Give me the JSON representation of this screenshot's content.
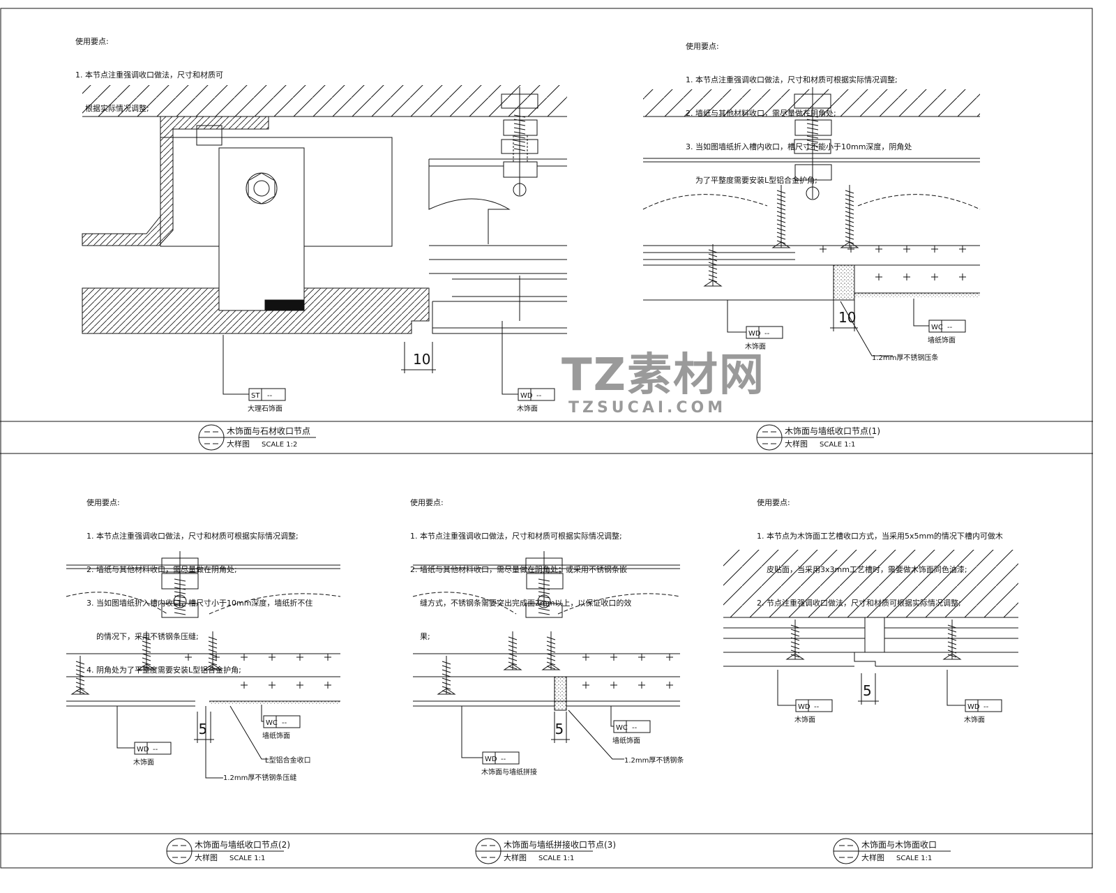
{
  "panels": [
    {
      "title": "木饰面与石材收口节点",
      "subtitle": "大样图",
      "scale": "SCALE  1:2",
      "notes_heading": "使用要点:",
      "notes": [
        "1. 本节点注重强调收口做法，尺寸和材质可",
        "    根据实际情况调整;"
      ],
      "dimensions": [
        "10"
      ],
      "tags": [
        {
          "code": "ST",
          "value": "--",
          "caption": "大理石饰面"
        },
        {
          "code": "WD",
          "value": "--",
          "caption": "木饰面"
        }
      ]
    },
    {
      "title": "木饰面与墙纸收口节点(1)",
      "subtitle": "大样图",
      "scale": "SCALE  1:1",
      "notes_heading": "使用要点:",
      "notes": [
        "1. 本节点注重强调收口做法，尺寸和材质可根据实际情况调整;",
        "2. 墙纸与其他材料收口，需尽量做在阴角处;",
        "3. 当如图墙纸折入槽内收口，槽尺寸不能小于10mm深度，阴角处",
        "    为了平整度需要安装L型铝合金护角;"
      ],
      "dimensions": [
        "10"
      ],
      "tags": [
        {
          "code": "WD",
          "value": "--",
          "caption": "木饰面"
        },
        {
          "code": "WC",
          "value": "--",
          "caption": "墙纸饰面"
        }
      ],
      "leader": "1.2mm厚不锈钢压条"
    },
    {
      "title": "木饰面与墙纸收口节点(2)",
      "subtitle": "大样图",
      "scale": "SCALE  1:1",
      "notes_heading": "使用要点:",
      "notes": [
        "1. 本节点注重强调收口做法，尺寸和材质可根据实际情况调整;",
        "2. 墙纸与其他材料收口，需尽量做在阴角处;",
        "3. 当如图墙纸折入槽内收口，槽尺寸小于10mm深度，墙纸折不住",
        "    的情况下，采用不锈钢条压缝;",
        "4. 阴角处为了平整度需要安装L型铝合金护角;"
      ],
      "dimensions": [
        "5"
      ],
      "tags": [
        {
          "code": "WD",
          "value": "--",
          "caption": "木饰面"
        },
        {
          "code": "WC",
          "value": "--",
          "caption": "墙纸饰面"
        }
      ],
      "leader": "L型铝合金收口",
      "leader2": "1.2mm厚不锈钢条压缝"
    },
    {
      "title": "木饰面与墙纸拼接收口节点(3)",
      "subtitle": "大样图",
      "scale": "SCALE  1:1",
      "notes_heading": "使用要点:",
      "notes": [
        "1. 本节点注重强调收口做法，尺寸和材质可根据实际情况调整;",
        "2. 墙纸与其他材料收口，需尽量做在阴角处；或采用不锈钢条嵌",
        "    缝方式，不锈钢条需要突出完成面2mm以上，以保证收口的效",
        "    果;"
      ],
      "dimensions": [
        "5"
      ],
      "tags": [
        {
          "code": "WD",
          "value": "--",
          "caption": "木饰面与墙纸拼接"
        },
        {
          "code": "WC",
          "value": "--",
          "caption": "墙纸饰面"
        }
      ],
      "leader": "1.2mm厚不锈钢条"
    },
    {
      "title": "木饰面与木饰面收口",
      "subtitle": "大样图",
      "scale": "SCALE  1:1",
      "notes_heading": "使用要点:",
      "notes": [
        "1. 本节点为木饰面工艺槽收口方式，当采用5x5mm的情况下槽内可做木",
        "    皮贴面，当采用3x3mm工艺槽时，需要做木饰面同色油漆;",
        "2. 节点注重强调收口做法，尺寸和材质可根据实际情况调整;"
      ],
      "dimensions": [
        "5"
      ],
      "tags": [
        {
          "code": "WD",
          "value": "--",
          "caption": "木饰面"
        },
        {
          "code": "WD",
          "value": "--",
          "caption": "木饰面"
        }
      ]
    }
  ],
  "watermark": {
    "logo": "TZ素材网",
    "url_text": "TZSUCAI.COM"
  },
  "colors": {
    "line": "#111111",
    "watermark": "#9a9a9a"
  }
}
